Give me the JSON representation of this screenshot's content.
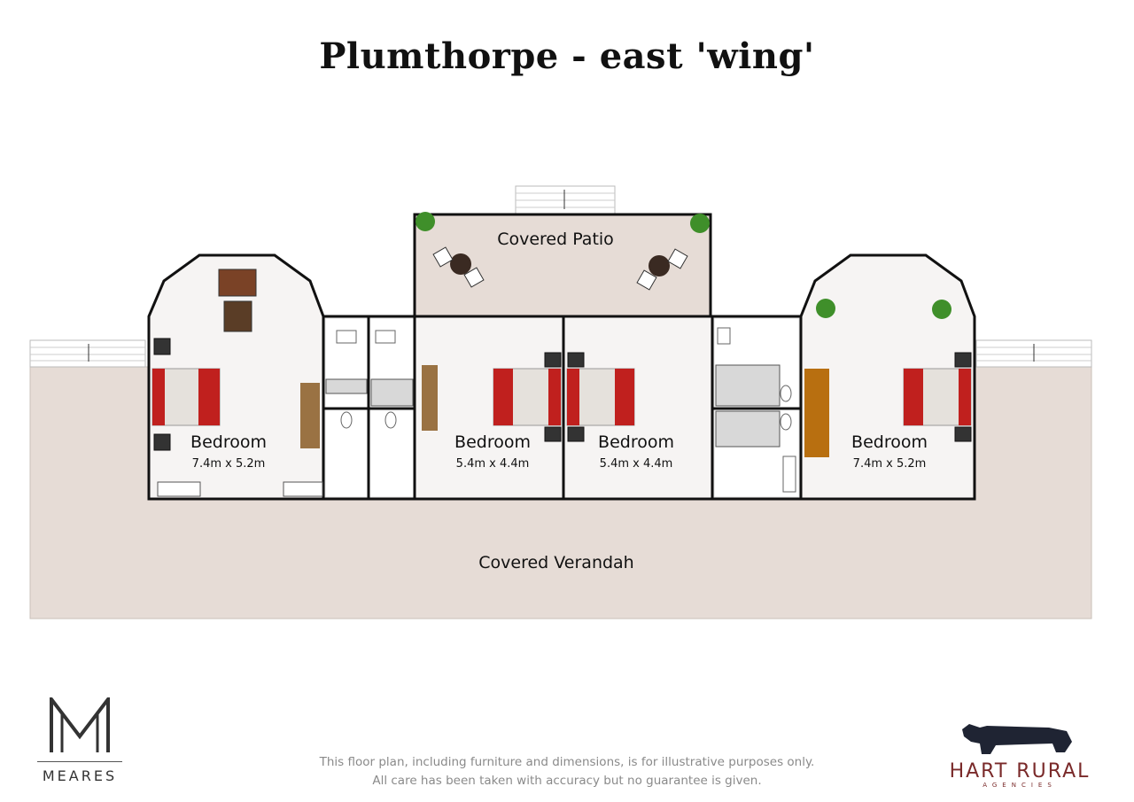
{
  "title": "Plumthorpe - east 'wing'",
  "rooms": {
    "patio": "Covered Patio",
    "verandah": "Covered Verandah",
    "bedroom1": {
      "name": "Bedroom",
      "dim": "7.4m x 5.2m"
    },
    "bedroom2": {
      "name": "Bedroom",
      "dim": "5.4m x 4.4m"
    },
    "bedroom3": {
      "name": "Bedroom",
      "dim": "5.4m x 4.4m"
    },
    "bedroom4": {
      "name": "Bedroom",
      "dim": "7.4m x 5.2m"
    }
  },
  "disclaimer": {
    "line1": "This floor plan, including furniture and dimensions, is for illustrative purposes only.",
    "line2": "All care has been taken with accuracy but no guarantee is given."
  },
  "logos": {
    "meares": "MEARES",
    "hart": "HART RURAL",
    "hart_sub": "AGENCIES"
  },
  "colors": {
    "floor": "#e6dcd6",
    "room": "#f6f4f3",
    "wall": "#111111",
    "bed": "#c0201e",
    "wood": "#9a7243",
    "plant": "#3f8f2a",
    "brand": "#7a2a2a"
  }
}
